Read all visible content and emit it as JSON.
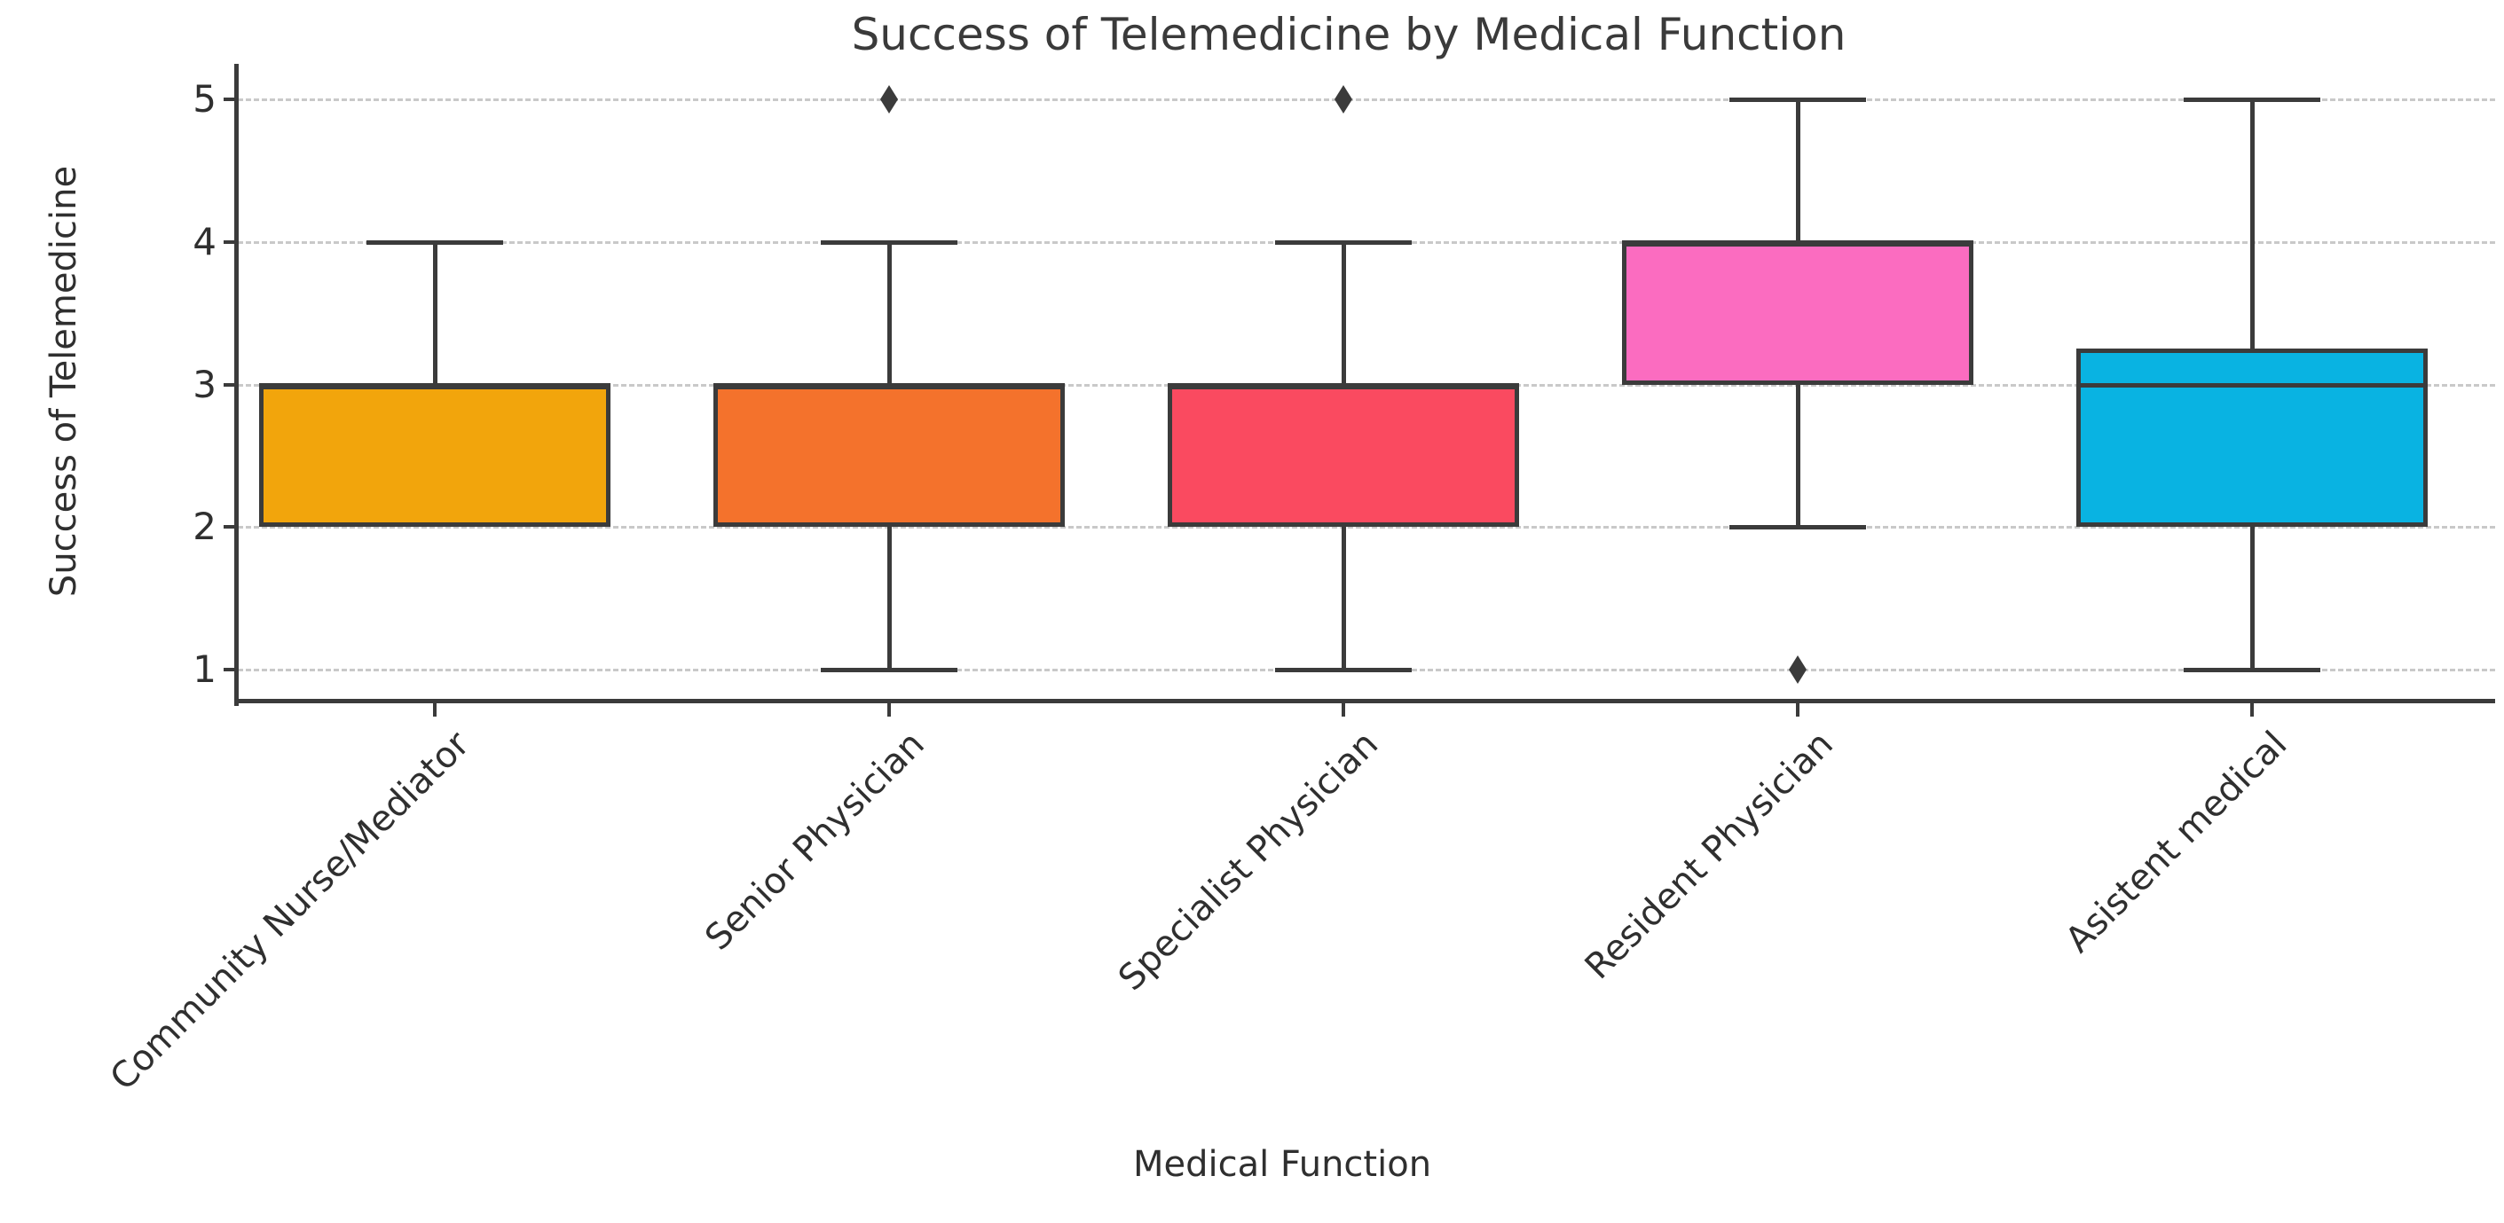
{
  "figure": {
    "background": "#ffffff"
  },
  "chart_data": {
    "type": "box",
    "title": "Success of Telemedicine by Medical Function",
    "xlabel": "Medical Function",
    "ylabel": "Success of Telemedicine",
    "y_ticks": [
      1,
      2,
      3,
      4,
      5
    ],
    "ylim": [
      0.77,
      5.25
    ],
    "grid": {
      "horizontal": true,
      "vertical": false,
      "style": "dashed",
      "color": "#c9c9c9"
    },
    "legend": "none",
    "flier_marker": "diamond-icon",
    "edge_color": "#3b3b3b",
    "spine_color": "#3b3b3b",
    "text_color": "#2f2f2f",
    "categories": [
      "Community Nurse/Mediator",
      "Senior Physician",
      "Specialist Physician",
      "Resident Physician",
      "Asistent medical"
    ],
    "series": [
      {
        "label": "Community Nurse/Mediator",
        "color": "#f2a50c",
        "whisker_low": 2,
        "q1": 2,
        "median": 3,
        "q3": 3,
        "whisker_high": 4,
        "outliers": []
      },
      {
        "label": "Senior Physician",
        "color": "#f4722c",
        "whisker_low": 1,
        "q1": 2,
        "median": 3,
        "q3": 3,
        "whisker_high": 4,
        "outliers": [
          5
        ]
      },
      {
        "label": "Specialist Physician",
        "color": "#fa4a60",
        "whisker_low": 1,
        "q1": 2,
        "median": 3,
        "q3": 3,
        "whisker_high": 4,
        "outliers": [
          5
        ]
      },
      {
        "label": "Resident Physician",
        "color": "#fb6cc0",
        "whisker_low": 2,
        "q1": 3,
        "median": 4,
        "q3": 4,
        "whisker_high": 5,
        "outliers": [
          1
        ]
      },
      {
        "label": "Asistent medical",
        "color": "#09b3e2",
        "whisker_low": 1,
        "q1": 2,
        "median": 3,
        "q3": 3.25,
        "whisker_high": 5,
        "outliers": []
      }
    ]
  }
}
